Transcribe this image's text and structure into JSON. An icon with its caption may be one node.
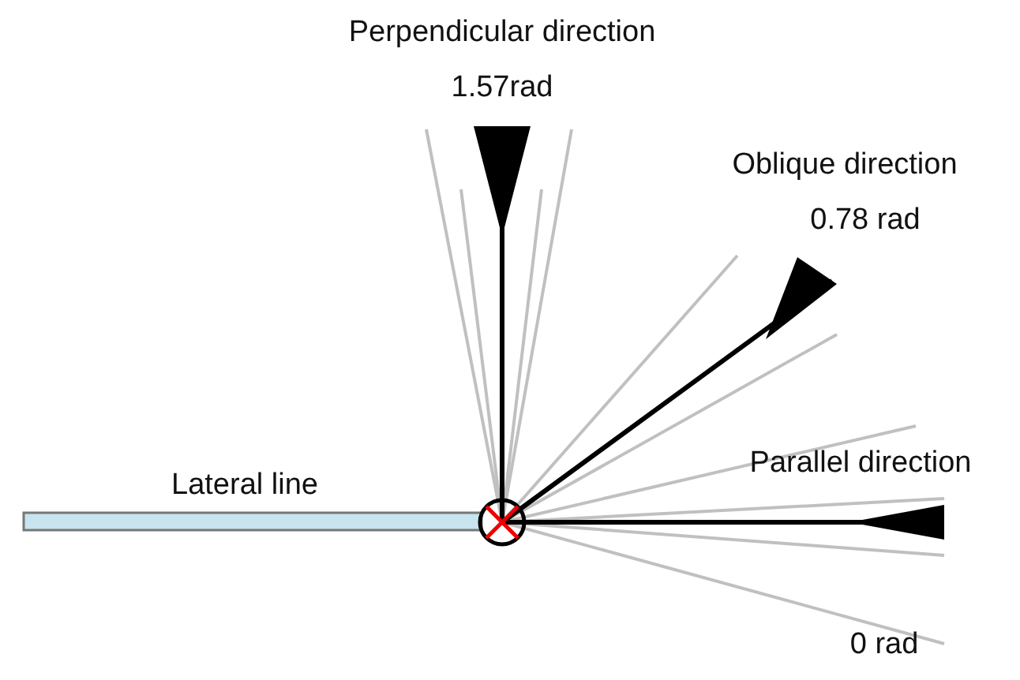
{
  "diagram": {
    "labels": [
      "Perpendicular direction",
      "1.57rad",
      "Oblique direction",
      "0.78 rad",
      "Parallel direction",
      "Lateral line",
      "0 rad"
    ]
  }
}
